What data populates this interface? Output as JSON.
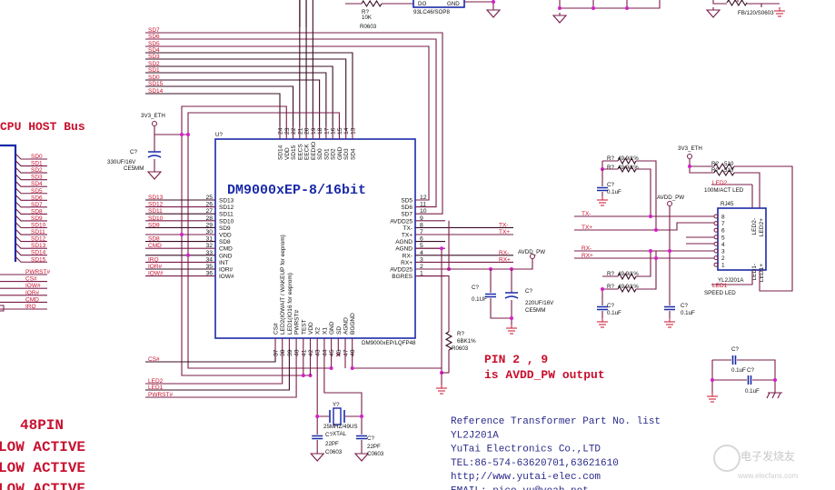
{
  "cpu_bus": {
    "title": "CPU HOST Bus",
    "data_lines": [
      "SD0",
      "SD1",
      "SD2",
      "SD3",
      "SD4",
      "SD5",
      "SD6",
      "SD7",
      "SD8",
      "SD9",
      "SD10",
      "SD11",
      "SD12",
      "SD13",
      "SD14",
      "SD15"
    ],
    "control_lines": [
      "PWRST#",
      "CS#",
      "IOW#",
      "IOR#",
      "CMD",
      "IRQ"
    ]
  },
  "top_nets": [
    "SD7",
    "SD6",
    "SD5",
    "SD4",
    "SD3",
    "SD2",
    "SD1",
    "SD0",
    "SD15",
    "SD14"
  ],
  "chip": {
    "ref": "U?",
    "title": "DM9000xEP-8/16bit",
    "part": "DM9000xEP/LQFP48",
    "top_pins": [
      {
        "num": "24",
        "name": "SD14"
      },
      {
        "num": "23",
        "name": "VDD"
      },
      {
        "num": "22",
        "name": "SD15"
      },
      {
        "num": "21",
        "name": "EECS"
      },
      {
        "num": "20",
        "name": "EECK"
      },
      {
        "num": "19",
        "name": "EEDIO"
      },
      {
        "num": "18",
        "name": "SD0"
      },
      {
        "num": "17",
        "name": "SD1"
      },
      {
        "num": "16",
        "name": "SD2"
      },
      {
        "num": "15",
        "name": "GND"
      },
      {
        "num": "14",
        "name": "SD3"
      },
      {
        "num": "13",
        "name": "SD4"
      }
    ],
    "left_pins": [
      {
        "num": "25",
        "name": "SD13",
        "net": "SD13"
      },
      {
        "num": "26",
        "name": "SD12",
        "net": "SD12"
      },
      {
        "num": "27",
        "name": "SD11",
        "net": "SD11"
      },
      {
        "num": "28",
        "name": "SD10",
        "net": "SD10"
      },
      {
        "num": "29",
        "name": "SD9",
        "net": "SD9"
      },
      {
        "num": "30",
        "name": "VDD",
        "net": ""
      },
      {
        "num": "31",
        "name": "SD8",
        "net": "SD8"
      },
      {
        "num": "32",
        "name": "CMD",
        "net": "CMD"
      },
      {
        "num": "33",
        "name": "GND",
        "net": ""
      },
      {
        "num": "34",
        "name": "INT",
        "net": "IRQ"
      },
      {
        "num": "35",
        "name": "IOR#",
        "net": "IOR#"
      },
      {
        "num": "36",
        "name": "IOW#",
        "net": "IOW#"
      }
    ],
    "right_pins": [
      {
        "num": "12",
        "name": "SD5",
        "net": ""
      },
      {
        "num": "11",
        "name": "SD6",
        "net": ""
      },
      {
        "num": "10",
        "name": "SD7",
        "net": ""
      },
      {
        "num": "9",
        "name": "AVDD25",
        "net": ""
      },
      {
        "num": "8",
        "name": "TX-",
        "net": "TX-"
      },
      {
        "num": "7",
        "name": "TX+",
        "net": "TX+"
      },
      {
        "num": "6",
        "name": "AGND",
        "net": ""
      },
      {
        "num": "5",
        "name": "AGND",
        "net": ""
      },
      {
        "num": "4",
        "name": "RX-",
        "net": "RX-"
      },
      {
        "num": "3",
        "name": "RX+",
        "net": "RX+"
      },
      {
        "num": "2",
        "name": "AVDD25",
        "net": ""
      },
      {
        "num": "1",
        "name": "BGRES",
        "net": ""
      }
    ],
    "bottom_pins": [
      {
        "num": "37",
        "name": "CS#"
      },
      {
        "num": "38",
        "name": "LED2(IOWAIT / WAKEUP for eeprom)"
      },
      {
        "num": "39",
        "name": "LED1(IO16 for eeprom)"
      },
      {
        "num": "40",
        "name": "PWRST#"
      },
      {
        "num": "41",
        "name": "TEST"
      },
      {
        "num": "42",
        "name": "VDD"
      },
      {
        "num": "43",
        "name": "X2"
      },
      {
        "num": "44",
        "name": "X1"
      },
      {
        "num": "45",
        "name": "GND"
      },
      {
        "num": "46",
        "name": "SD"
      },
      {
        "num": "47",
        "name": "AGND"
      },
      {
        "num": "48",
        "name": "BGGND"
      }
    ]
  },
  "bottom_nets": [
    "CS#",
    "LED2",
    "LED1",
    "PWRST#"
  ],
  "components": {
    "r_top": {
      "ref": "R?",
      "value": "10K",
      "pkg": "R0603"
    },
    "eeprom": {
      "part": "93LC46/SOP8",
      "pin_do": "DO",
      "pin_gnd": "GND"
    },
    "fb": {
      "part": "FB/120/S0603"
    },
    "c_bulk": {
      "ref": "C?",
      "value": "330UF/16V",
      "pkg": "CE5MM"
    },
    "pwr_3v3_a": "3V3_ETH",
    "pwr_3v3_b": "3V3_ETH",
    "avdd_pw_a": "AVDD_PW",
    "avdd_pw_b": "AVDD_PW",
    "c_avdd1": {
      "ref": "C?",
      "value": "0.1UF"
    },
    "c_avdd2": {
      "ref": "C?",
      "value": "220UF/16V",
      "pkg": "CE5MM"
    },
    "r_bgres": {
      "ref": "R?",
      "value": "6BK1%",
      "pkg": "R0603"
    },
    "crystal": {
      "ref": "Y?",
      "value": "25MHZ/49US",
      "type": "XTAL"
    },
    "c_x1": {
      "ref": "C?",
      "value": "22PF",
      "pkg": "C0603"
    },
    "c_x2": {
      "ref": "C?",
      "value": "22PF",
      "pkg": "C0603"
    },
    "r_term": [
      {
        "ref": "R?",
        "value": "49.9/1%"
      },
      {
        "ref": "R?",
        "value": "49.9/1%"
      },
      {
        "ref": "R?",
        "value": "49.9/1%"
      },
      {
        "ref": "R?",
        "value": "49.9/1%"
      }
    ],
    "c_term_tx": {
      "ref": "C?",
      "value": "0.1uF"
    },
    "c_term_rx": {
      "ref": "C?",
      "value": "0.1uF"
    },
    "c_avdd_rj": {
      "ref": "C?",
      "value": "0.1uF"
    },
    "r_led": [
      {
        "ref": "R?",
        "value": "510"
      },
      {
        "ref": "R?",
        "value": "510"
      }
    ],
    "led2": {
      "net": "LED2",
      "desc": "100M/ACT LED"
    },
    "led1": {
      "net": "LED1",
      "desc": "SPEED LED"
    },
    "rj45": {
      "ref": "RJ45",
      "part": "YL2J201A",
      "pins": [
        "8",
        "7",
        "6",
        "5",
        "4",
        "3",
        "2",
        "1"
      ],
      "led_pins": [
        "LED2-",
        "LED2+",
        "LED1-",
        "LED1+"
      ]
    },
    "rj_nets": [
      "TX-",
      "TX+",
      "RX-",
      "RX+"
    ],
    "c_gnd1": {
      "ref": "C?",
      "value": "0.1uF"
    },
    "c_gnd2": {
      "ref": "C?",
      "value": "0.1uF"
    }
  },
  "notes": {
    "pin_note_1": "PIN 2 , 9",
    "pin_note_2": "is AVDD_PW output",
    "pkg_note": "48PIN",
    "low_active": [
      "LOW  ACTIVE",
      "LOW  ACTIVE",
      "LOW  ACTIVE"
    ]
  },
  "reference": [
    "Reference Transformer Part No. list",
    "YL2J201A",
    "YuTai Electronics Co.,LTD",
    "TEL:86-574-63620701,63621610",
    "http;//www.yutai-elec.com",
    "EMAIL: nico_yu@yeah.net"
  ],
  "watermark": {
    "name": "电子发烧友",
    "url": "www.elecfans.com"
  }
}
